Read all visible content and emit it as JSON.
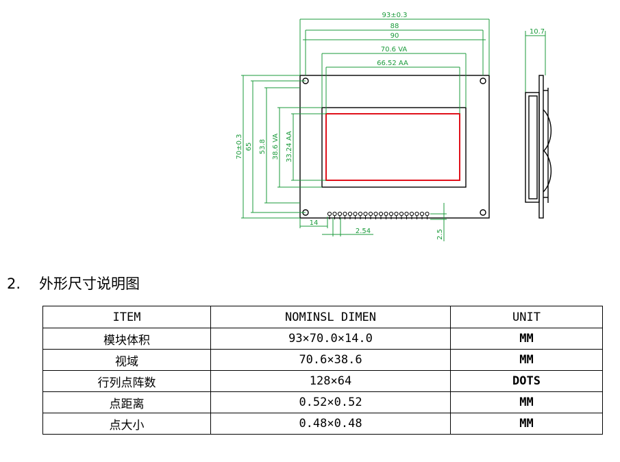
{
  "drawing": {
    "dim_width_total": "93±0.3",
    "dim_width_88": "88",
    "dim_width_90": "90",
    "dim_va_width": "70.6 VA",
    "dim_aa_width": "66.52 AA",
    "dim_height_total": "70±0.3",
    "dim_height_65": "65",
    "dim_height_53": "53.8",
    "dim_va_height": "38.6 VA",
    "dim_aa_height": "33.24 AA",
    "dim_pin_offset": "14",
    "dim_pin_pitch": "2.54",
    "dim_pin_length": "2.5",
    "dim_side_thickness": "10.7"
  },
  "section": {
    "number": "2.",
    "title": "外形尺寸说明图"
  },
  "table": {
    "headers": [
      "ITEM",
      "NOMINSL DIMEN",
      "UNIT"
    ],
    "rows": [
      {
        "item": "模块体积",
        "value": "93×70.0×14.0",
        "unit": "MM"
      },
      {
        "item": "视域",
        "value": "70.6×38.6",
        "unit": "MM"
      },
      {
        "item": "行列点阵数",
        "value": "128×64",
        "unit": "DOTS"
      },
      {
        "item": "点距离",
        "value": "0.52×0.52",
        "unit": "MM"
      },
      {
        "item": "点大小",
        "value": "0.48×0.48",
        "unit": "MM"
      }
    ]
  },
  "colors": {
    "dimension_lines": "#1a9a3a",
    "active_area_border": "#e0101a",
    "outline": "#000000"
  }
}
